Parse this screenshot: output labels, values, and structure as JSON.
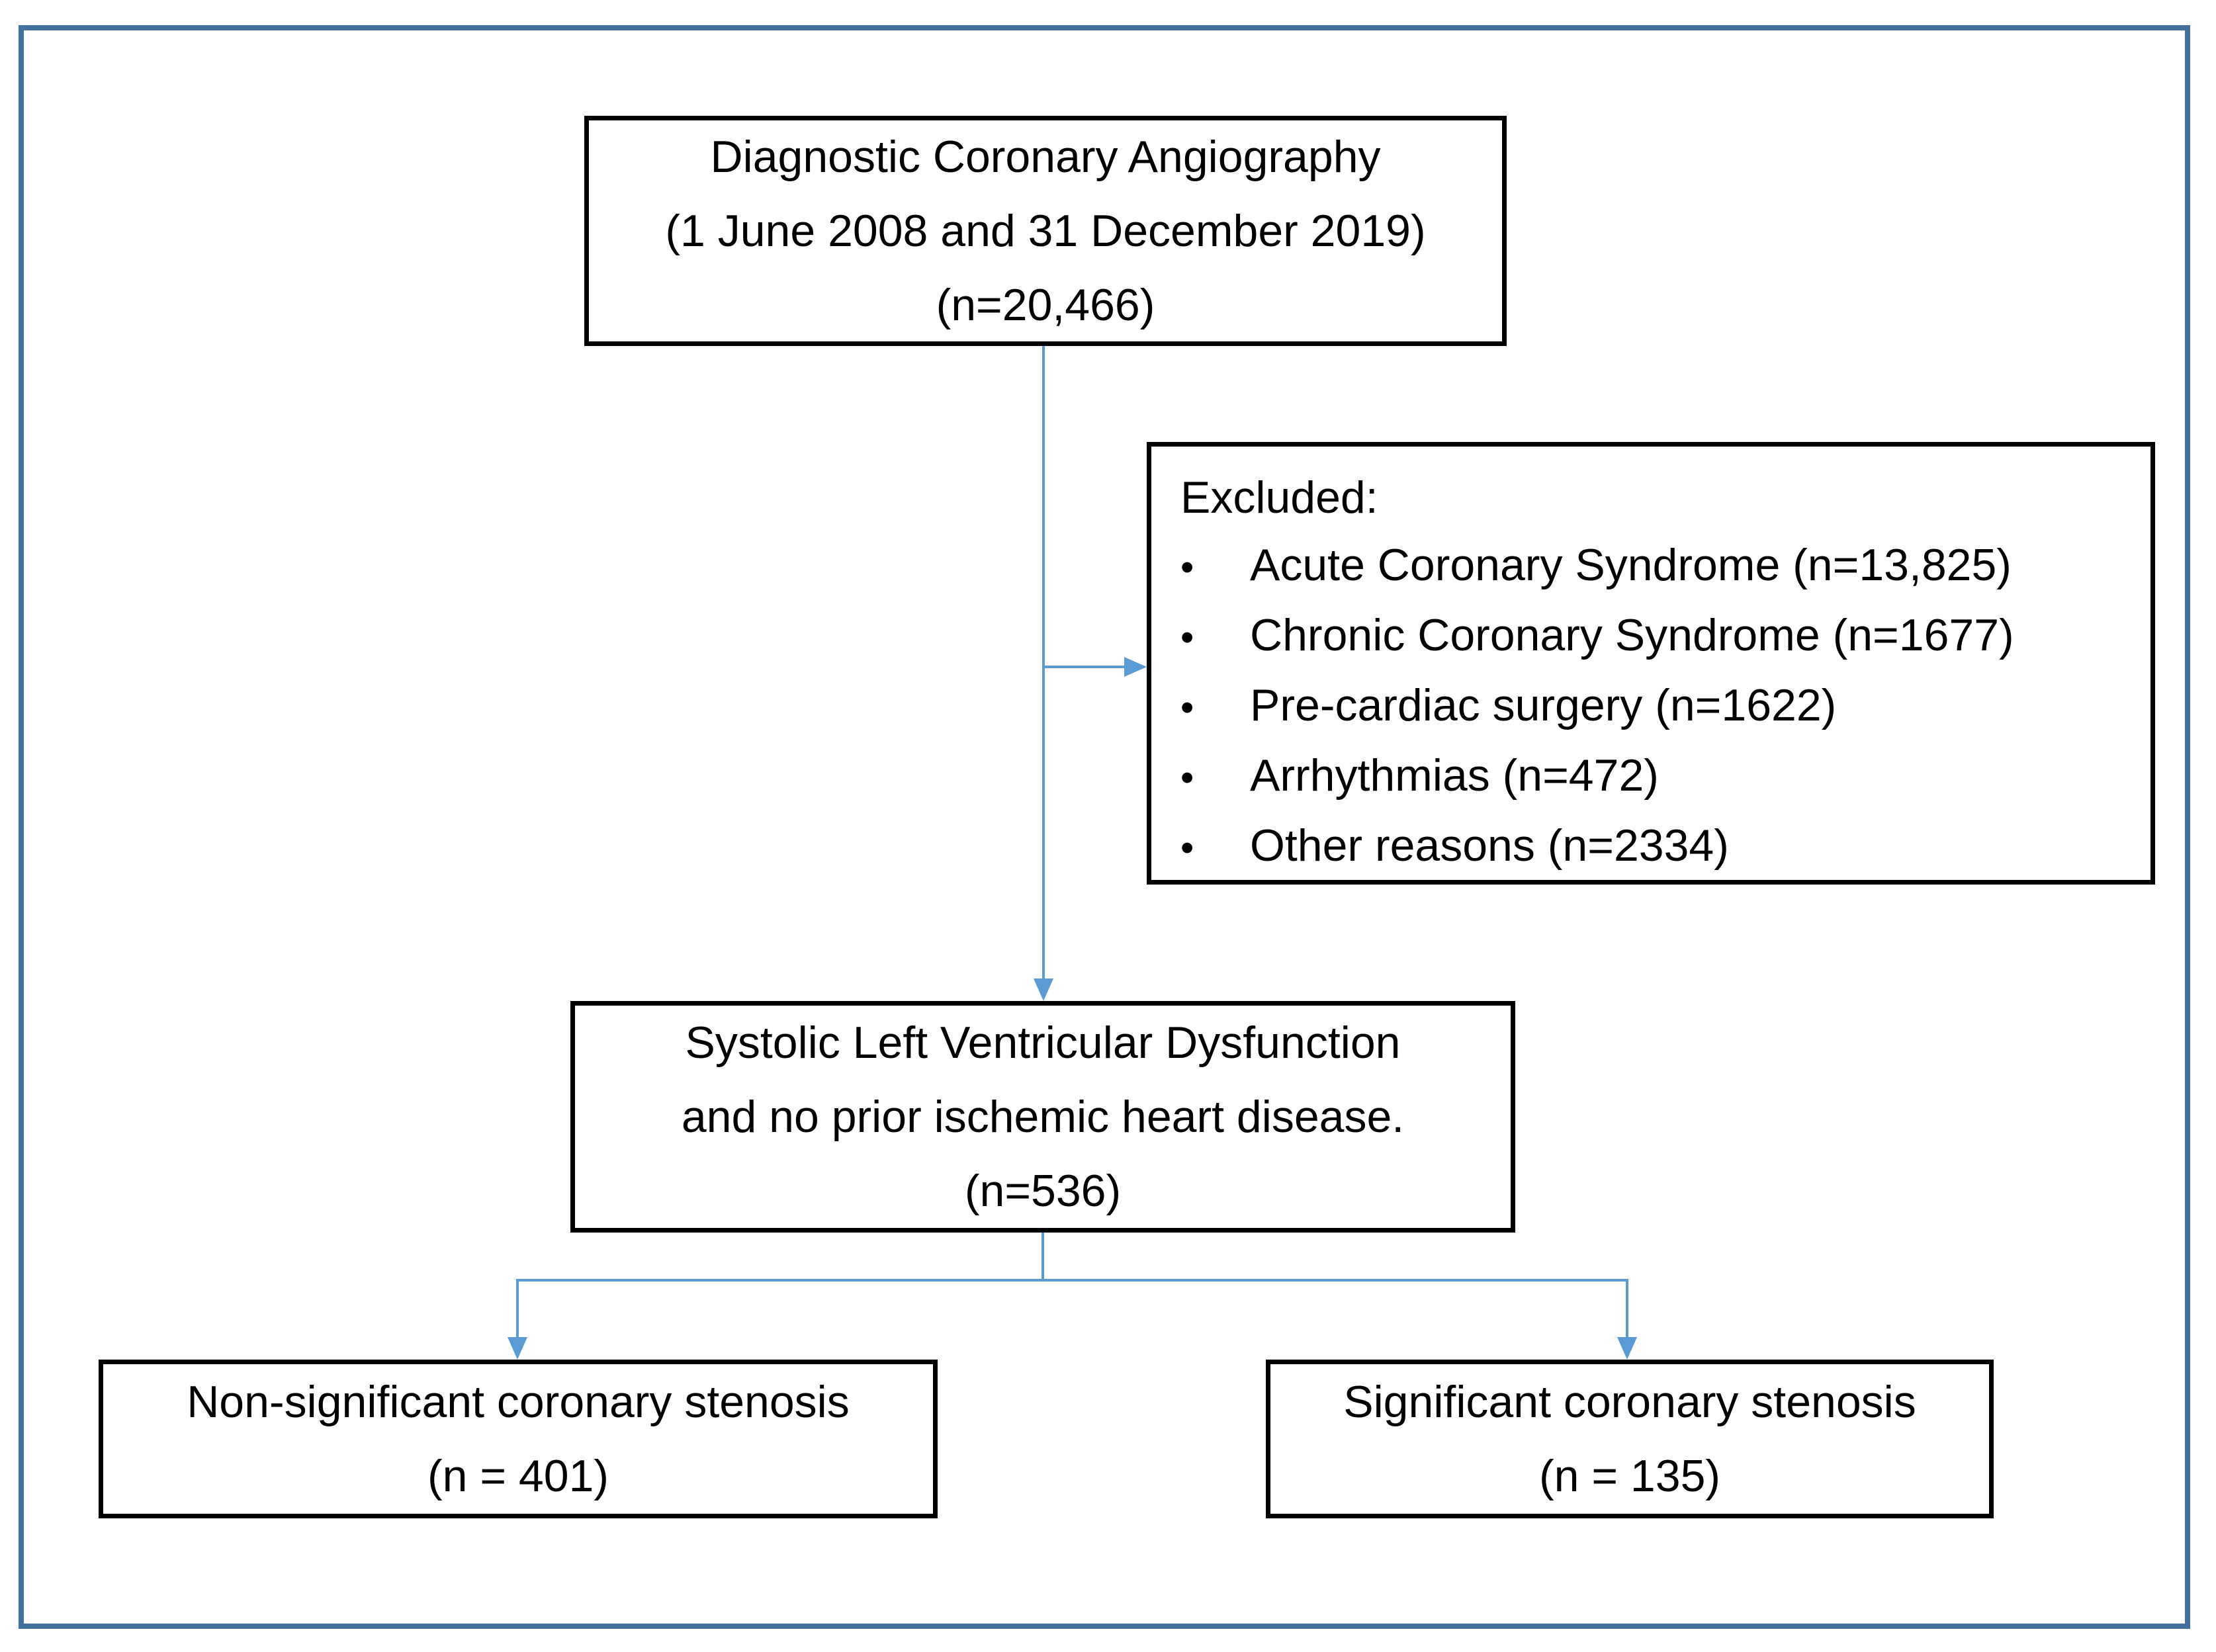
{
  "colors": {
    "connector": "#5B9BD5",
    "box_border": "#000000",
    "outer_border": "#41719C",
    "background": "#FFFFFF",
    "text": "#000000"
  },
  "diagram": {
    "boxes": {
      "top": {
        "lines": [
          "Diagnostic Coronary Angiography",
          "(1 June 2008 and 31 December 2019)",
          "(n=20,466)"
        ]
      },
      "excluded": {
        "title": "Excluded:",
        "bullet": "•",
        "items": [
          "Acute Coronary Syndrome (n=13,825)",
          "Chronic Coronary Syndrome (n=1677)",
          "Pre-cardiac surgery (n=1622)",
          "Arrhythmias (n=472)",
          "Other reasons (n=2334)"
        ]
      },
      "middle": {
        "lines": [
          "Systolic Left Ventricular Dysfunction",
          "and no prior ischemic heart disease.",
          "(n=536)"
        ]
      },
      "bottom_left": {
        "lines": [
          "Non-significant coronary stenosis",
          "(n = 401)"
        ]
      },
      "bottom_right": {
        "lines": [
          "Significant coronary stenosis",
          "(n = 135)"
        ]
      }
    }
  }
}
